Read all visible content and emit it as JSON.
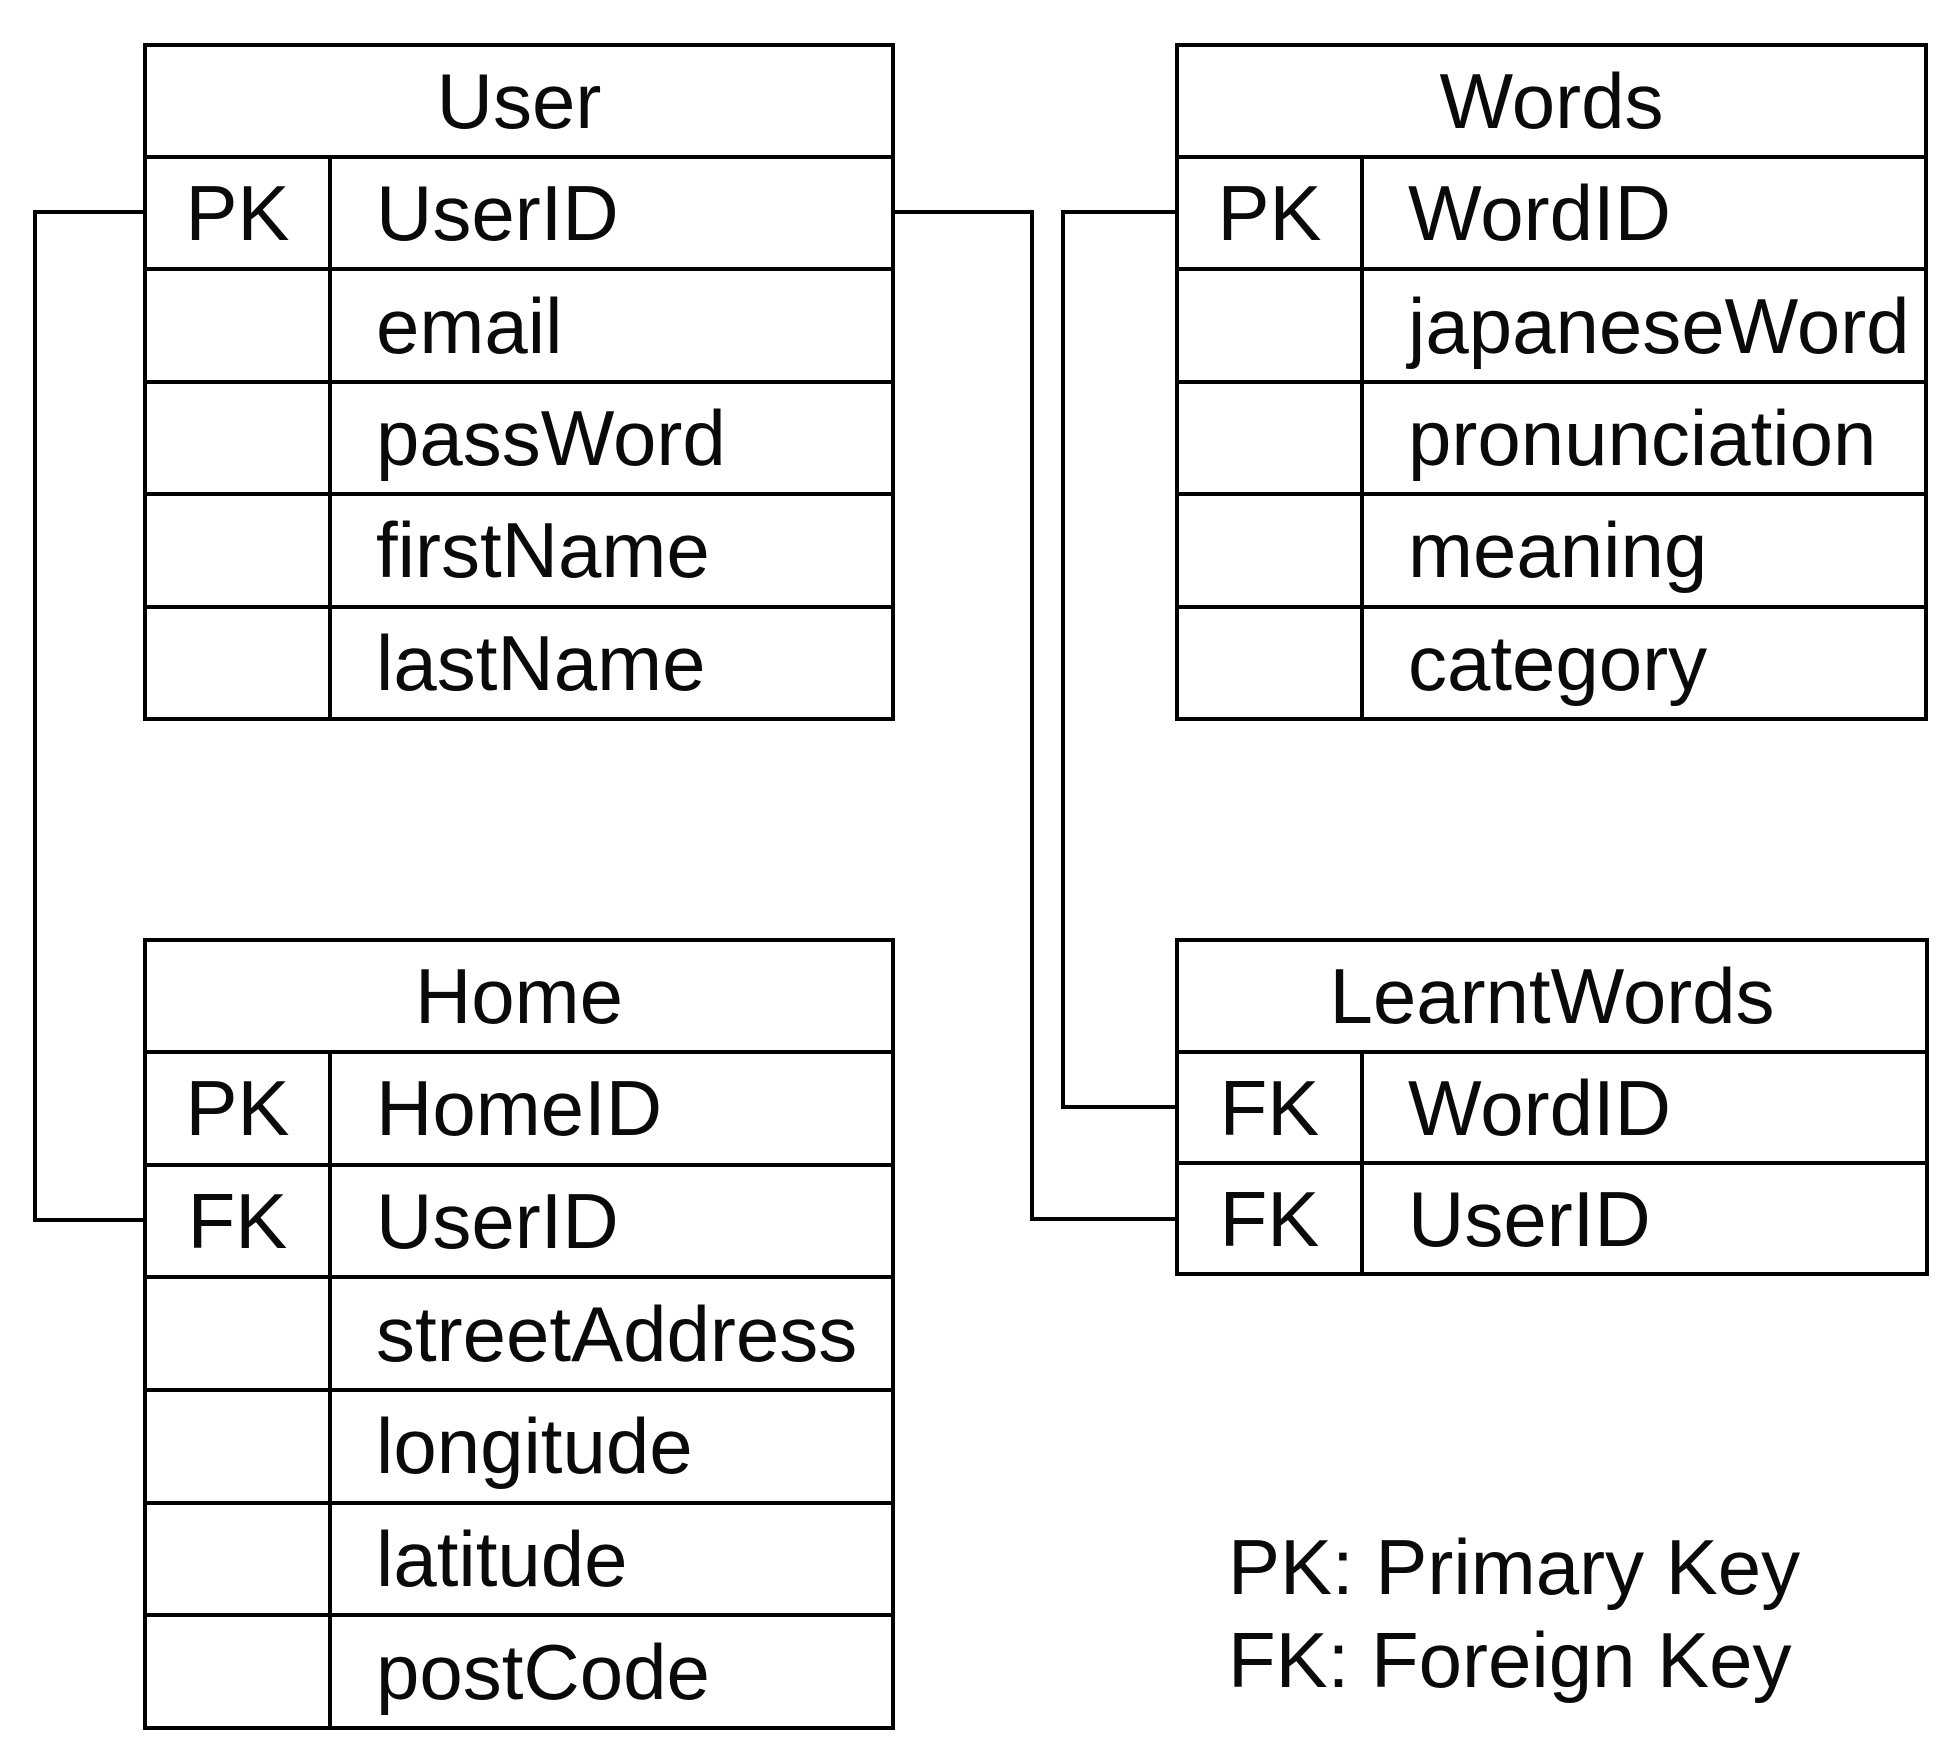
{
  "page": {
    "background_color": "#ffffff",
    "line_color": "#000000",
    "text_color": "#0a0a0a"
  },
  "tables": {
    "user": {
      "title": "User",
      "rows": [
        {
          "key": "PK",
          "name": "UserID"
        },
        {
          "key": "",
          "name": "email"
        },
        {
          "key": "",
          "name": "passWord"
        },
        {
          "key": "",
          "name": "firstName"
        },
        {
          "key": "",
          "name": "lastName"
        }
      ]
    },
    "words": {
      "title": "Words",
      "rows": [
        {
          "key": "PK",
          "name": "WordID"
        },
        {
          "key": "",
          "name": "japaneseWord"
        },
        {
          "key": "",
          "name": "pronunciation"
        },
        {
          "key": "",
          "name": "meaning"
        },
        {
          "key": "",
          "name": "category"
        }
      ]
    },
    "home": {
      "title": "Home",
      "rows": [
        {
          "key": "PK",
          "name": "HomeID"
        },
        {
          "key": "FK",
          "name": "UserID"
        },
        {
          "key": "",
          "name": "streetAddress"
        },
        {
          "key": "",
          "name": "longitude"
        },
        {
          "key": "",
          "name": "latitude"
        },
        {
          "key": "",
          "name": "postCode"
        }
      ]
    },
    "learntwords": {
      "title": "LearntWords",
      "rows": [
        {
          "key": "FK",
          "name": "WordID"
        },
        {
          "key": "FK",
          "name": "UserID"
        }
      ]
    }
  },
  "relationships": [
    {
      "from": "User.UserID",
      "to": "Home.UserID"
    },
    {
      "from": "User.UserID",
      "to": "LearntWords.UserID"
    },
    {
      "from": "Words.WordID",
      "to": "LearntWords.WordID"
    }
  ],
  "legend": {
    "items": [
      "PK: Primary Key",
      "FK: Foreign Key"
    ]
  }
}
